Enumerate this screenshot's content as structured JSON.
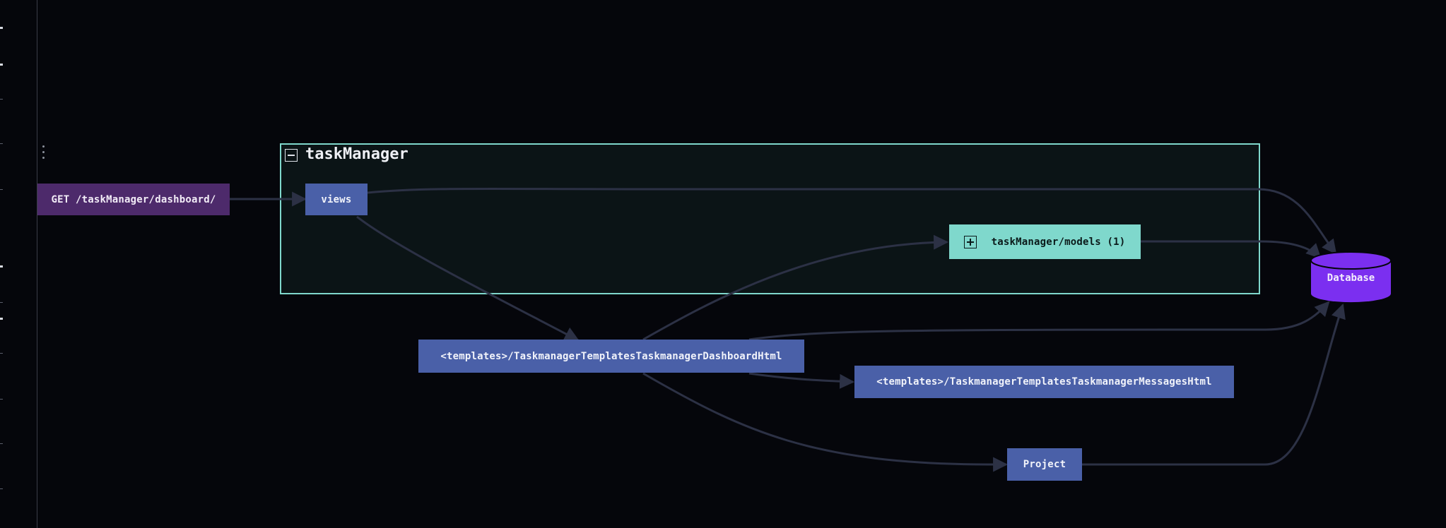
{
  "diagram": {
    "group": {
      "title": "taskManager"
    },
    "nodes": {
      "route": "GET /taskManager/dashboard/",
      "views": "views",
      "models": "taskManager/models (1)",
      "dashboard_template": "<templates>/TaskmanagerTemplatesTaskmanagerDashboardHtml",
      "messages_template": "<templates>/TaskmanagerTemplatesTaskmanagerMessagesHtml",
      "project": "Project",
      "database": "Database"
    },
    "edges": [
      {
        "from": "route",
        "to": "views"
      },
      {
        "from": "views",
        "to": "database"
      },
      {
        "from": "views",
        "to": "dashboard_template"
      },
      {
        "from": "dashboard_template",
        "to": "models"
      },
      {
        "from": "models",
        "to": "database"
      },
      {
        "from": "dashboard_template",
        "to": "database"
      },
      {
        "from": "dashboard_template",
        "to": "messages_template"
      },
      {
        "from": "dashboard_template",
        "to": "project"
      },
      {
        "from": "project",
        "to": "database"
      }
    ],
    "colors": {
      "background": "#05060b",
      "node_blue": "#4a60a8",
      "node_route": "#4d2a6b",
      "node_teal": "#7fd8cc",
      "database": "#7b2ff0",
      "edge": "#2c3145"
    },
    "icons": {
      "group_toggle": "minus-icon",
      "models_toggle": "plus-icon"
    }
  }
}
